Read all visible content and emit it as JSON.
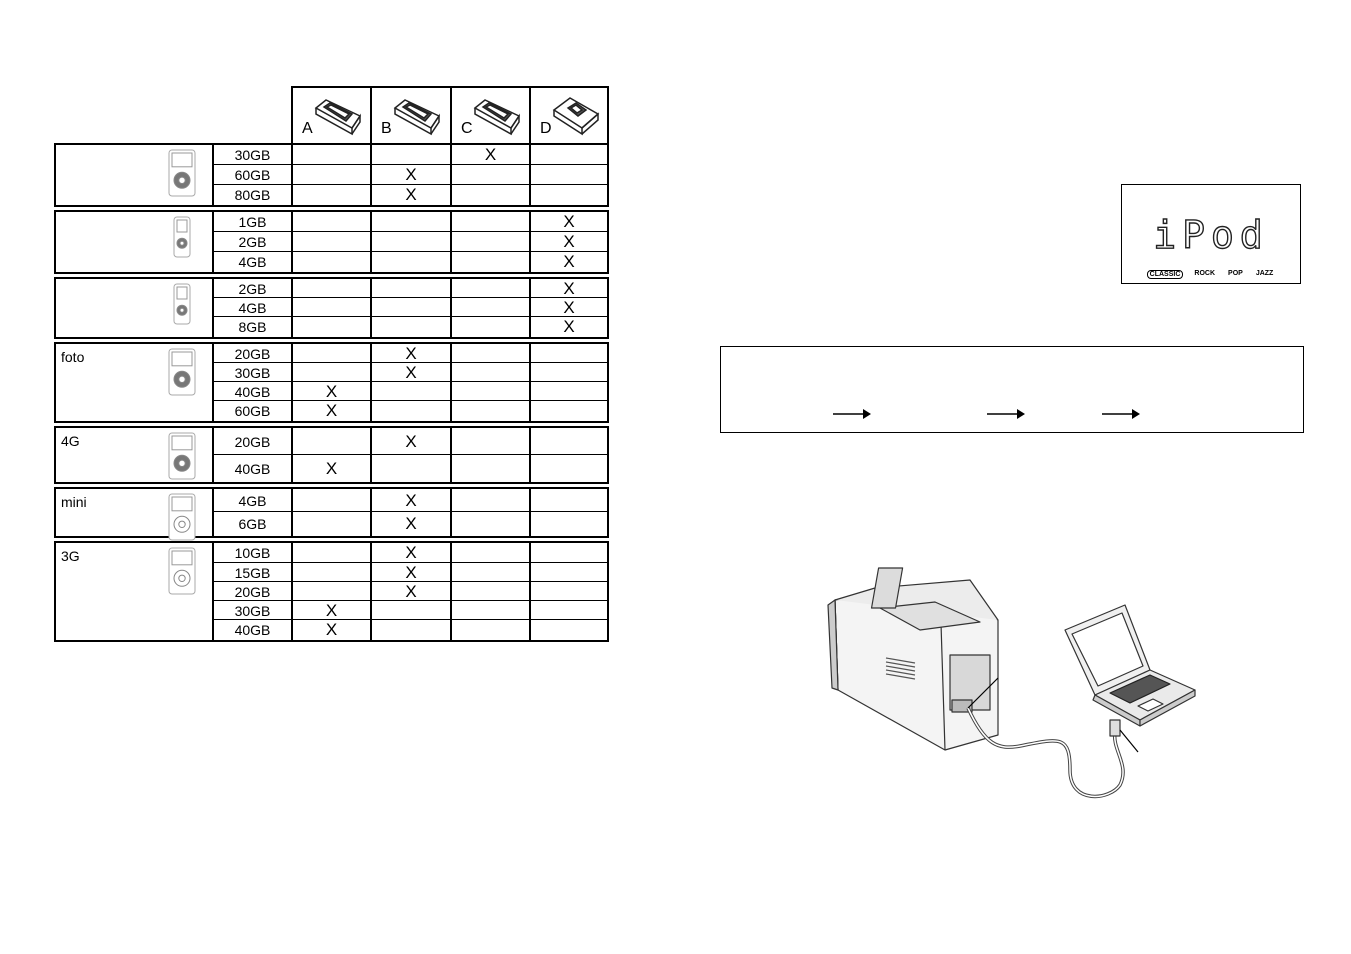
{
  "docks": [
    {
      "letter": "A"
    },
    {
      "letter": "B"
    },
    {
      "letter": "C"
    },
    {
      "letter": "D"
    }
  ],
  "groups": [
    {
      "name": "",
      "icon": "ipod-classic-icon",
      "rows": [
        {
          "size": "30GB",
          "marks": [
            "",
            "",
            "X",
            ""
          ]
        },
        {
          "size": "60GB",
          "marks": [
            "",
            "X",
            "",
            ""
          ]
        },
        {
          "size": "80GB",
          "marks": [
            "",
            "X",
            "",
            ""
          ]
        }
      ]
    },
    {
      "name": "",
      "icon": "ipod-nano-icon",
      "rows": [
        {
          "size": "1GB",
          "marks": [
            "",
            "",
            "",
            "X"
          ]
        },
        {
          "size": "2GB",
          "marks": [
            "",
            "",
            "",
            "X"
          ]
        },
        {
          "size": "4GB",
          "marks": [
            "",
            "",
            "",
            "X"
          ]
        }
      ]
    },
    {
      "name": "",
      "icon": "ipod-nano-icon",
      "rows": [
        {
          "size": "2GB",
          "marks": [
            "",
            "",
            "",
            "X"
          ]
        },
        {
          "size": "4GB",
          "marks": [
            "",
            "",
            "",
            "X"
          ]
        },
        {
          "size": "8GB",
          "marks": [
            "",
            "",
            "",
            "X"
          ]
        }
      ]
    },
    {
      "name": "foto",
      "icon": "ipod-photo-icon",
      "rows": [
        {
          "size": "20GB",
          "marks": [
            "",
            "X",
            "",
            ""
          ]
        },
        {
          "size": "30GB",
          "marks": [
            "",
            "X",
            "",
            ""
          ]
        },
        {
          "size": "40GB",
          "marks": [
            "X",
            "",
            "",
            ""
          ]
        },
        {
          "size": "60GB",
          "marks": [
            "X",
            "",
            "",
            ""
          ]
        }
      ]
    },
    {
      "name": "4G",
      "icon": "ipod-4g-icon",
      "rows": [
        {
          "size": "20GB",
          "marks": [
            "",
            "X",
            "",
            ""
          ]
        },
        {
          "size": "40GB",
          "marks": [
            "X",
            "",
            "",
            ""
          ]
        }
      ]
    },
    {
      "name": "mini",
      "icon": "ipod-mini-icon",
      "rows": [
        {
          "size": "4GB",
          "marks": [
            "",
            "X",
            "",
            ""
          ]
        },
        {
          "size": "6GB",
          "marks": [
            "",
            "X",
            "",
            ""
          ]
        }
      ]
    },
    {
      "name": "3G",
      "icon": "ipod-3g-icon",
      "rows": [
        {
          "size": "10GB",
          "marks": [
            "",
            "X",
            "",
            ""
          ]
        },
        {
          "size": "15GB",
          "marks": [
            "",
            "X",
            "",
            ""
          ]
        },
        {
          "size": "20GB",
          "marks": [
            "",
            "X",
            "",
            ""
          ]
        },
        {
          "size": "30GB",
          "marks": [
            "X",
            "",
            "",
            ""
          ]
        },
        {
          "size": "40GB",
          "marks": [
            "X",
            "",
            "",
            ""
          ]
        }
      ]
    }
  ],
  "display": {
    "text": "iPod",
    "eq_modes": [
      "CLASSIC",
      "ROCK",
      "POP",
      "JAZZ"
    ],
    "selected": "CLASSIC"
  }
}
